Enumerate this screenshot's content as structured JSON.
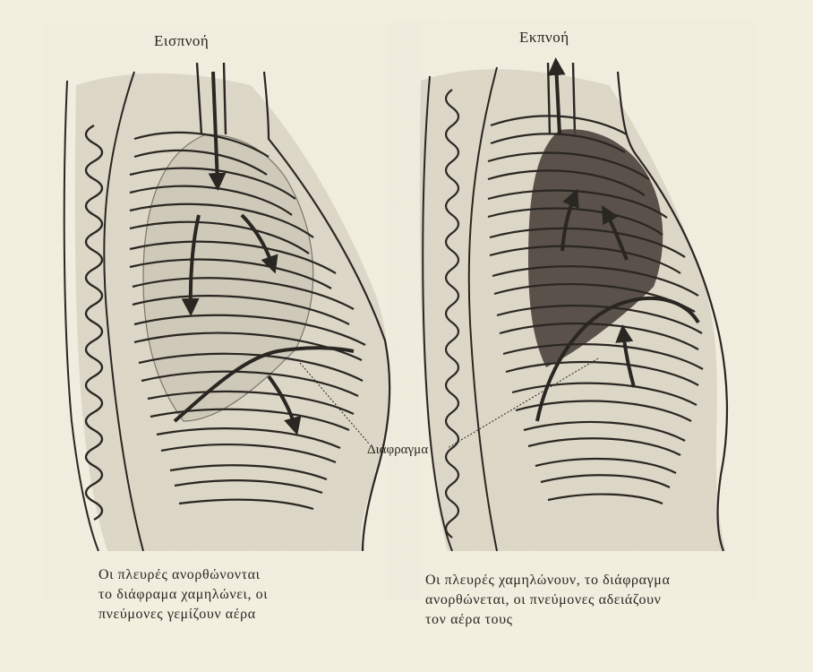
{
  "inhale": {
    "title": "Εισπνοή",
    "caption": [
      "Οι πλευρές ανορθώνονται",
      "το διάφραμα χαμηλώνει, οι",
      "πνεύμονες γεμίζουν αέρα"
    ]
  },
  "exhale": {
    "title": "Εκπνοή",
    "caption": [
      "Οι πλευρές χαμηλώνουν, το διάφραγμα",
      "ανορθώνεται, οι πνεύμονες αδειάζουν",
      "τον αέρα τους"
    ]
  },
  "diaphragm_label": "Διάφραγμα",
  "colors": {
    "paper": "#f3efdf",
    "ink": "#2a2622",
    "shading": "#c9c2b2",
    "lung_exhale": "#4a423c"
  }
}
